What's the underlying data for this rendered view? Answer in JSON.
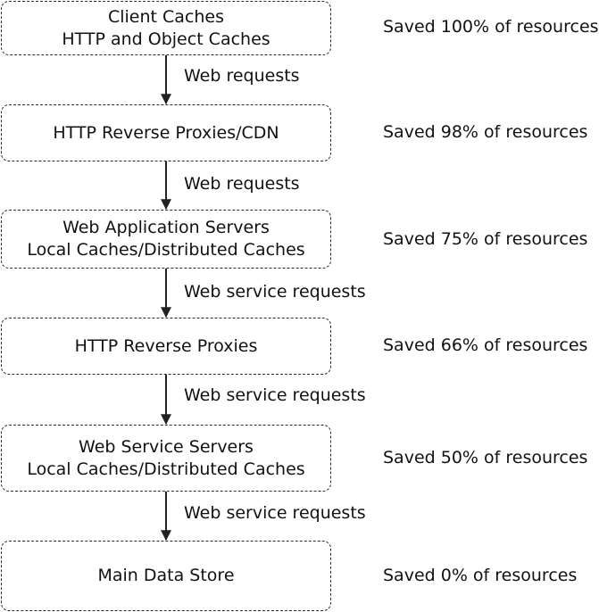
{
  "tiers": [
    {
      "lines": [
        "Client Caches",
        "HTTP and Object Caches"
      ],
      "savings": "Saved 100% of resources"
    },
    {
      "lines": [
        "HTTP Reverse Proxies/CDN"
      ],
      "savings": "Saved 98% of resources"
    },
    {
      "lines": [
        "Web Application Servers",
        "Local Caches/Distributed Caches"
      ],
      "savings": "Saved 75% of resources"
    },
    {
      "lines": [
        "HTTP Reverse Proxies"
      ],
      "savings": "Saved 66% of resources"
    },
    {
      "lines": [
        "Web Service Servers",
        "Local Caches/Distributed Caches"
      ],
      "savings": "Saved 50% of resources"
    },
    {
      "lines": [
        "Main Data Store"
      ],
      "savings": "Saved 0% of resources"
    }
  ],
  "edges": [
    {
      "label": "Web requests"
    },
    {
      "label": "Web requests"
    },
    {
      "label": "Web service requests"
    },
    {
      "label": "Web service requests"
    },
    {
      "label": "Web service requests"
    }
  ]
}
